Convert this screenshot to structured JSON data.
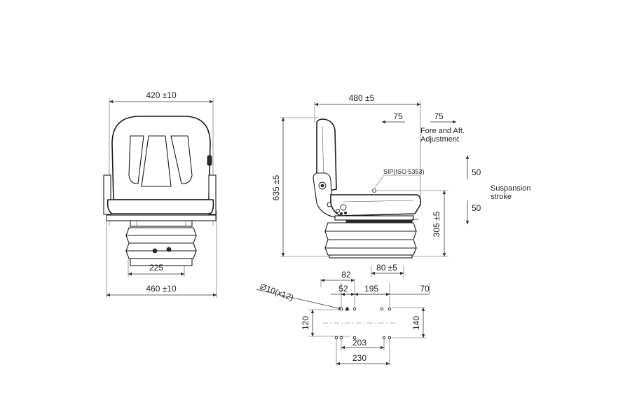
{
  "front_view": {
    "top_width": "420 ±10",
    "suspension_width": "225",
    "base_width": "460 ±10"
  },
  "side_view": {
    "depth": "480 ±5",
    "height": "635 ±5",
    "seat_height": "305 ±5",
    "fore_travel": "75",
    "aft_travel": "75",
    "fore_aft_label_line1": "Fore and Aft.",
    "fore_aft_label_line2": "Adjustment",
    "stroke_up": "50",
    "stroke_down": "50",
    "sip_label": "SIP(ISO 5353)",
    "suspension_label_line1": "Suspansion",
    "suspension_label_line2": "stroke"
  },
  "mounting": {
    "hole_label": "Ø10(x12)",
    "dim_82": "82",
    "dim_80": "80 ±5",
    "dim_52": "52",
    "dim_195": "195",
    "dim_70": "70",
    "dim_120": "120",
    "dim_140": "140",
    "dim_203": "203",
    "dim_230": "230"
  }
}
